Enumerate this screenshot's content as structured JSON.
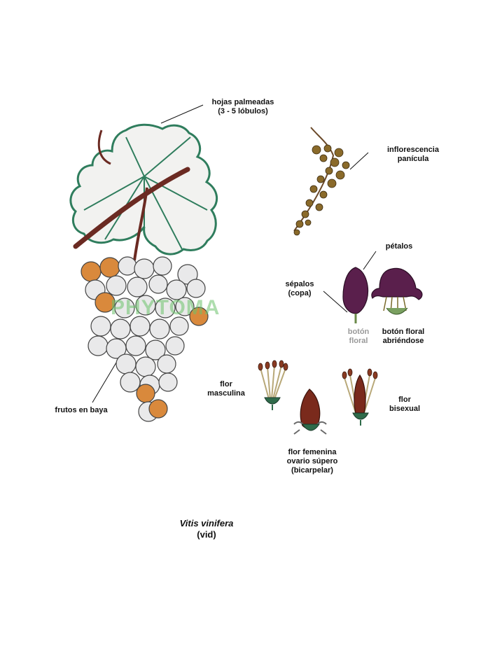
{
  "labels": {
    "leaves": [
      "hojas palmeadas",
      "(3 - 5 lóbulos)"
    ],
    "inflorescence": [
      "inflorescencia",
      "panícula"
    ],
    "petals": [
      "pétalos"
    ],
    "sepals": [
      "sépalos",
      "(copa)"
    ],
    "bud": [
      "botón",
      "floral"
    ],
    "bud_opening": [
      "botón floral",
      "abriéndose"
    ],
    "male_flower": [
      "flor",
      "masculina"
    ],
    "bisexual_flower": [
      "flor",
      "bisexual"
    ],
    "fruits": [
      "frutos en baya"
    ],
    "female_flower": [
      "flor femenina",
      "ovario súpero",
      "(bicarpelar)"
    ]
  },
  "title": {
    "species": "Vitis vinifera",
    "common_name": "(vid)"
  },
  "watermark": "PHYTOMA",
  "colors": {
    "leaf_outline": "#2f7d5d",
    "stem": "#6b2a22",
    "berry_light": "#e9e9ea",
    "berry_ripe": "#d9893c",
    "petal_purple": "#5a1f4c",
    "flower_brown": "#7a2a1c",
    "watermark": "#6cc36c"
  }
}
